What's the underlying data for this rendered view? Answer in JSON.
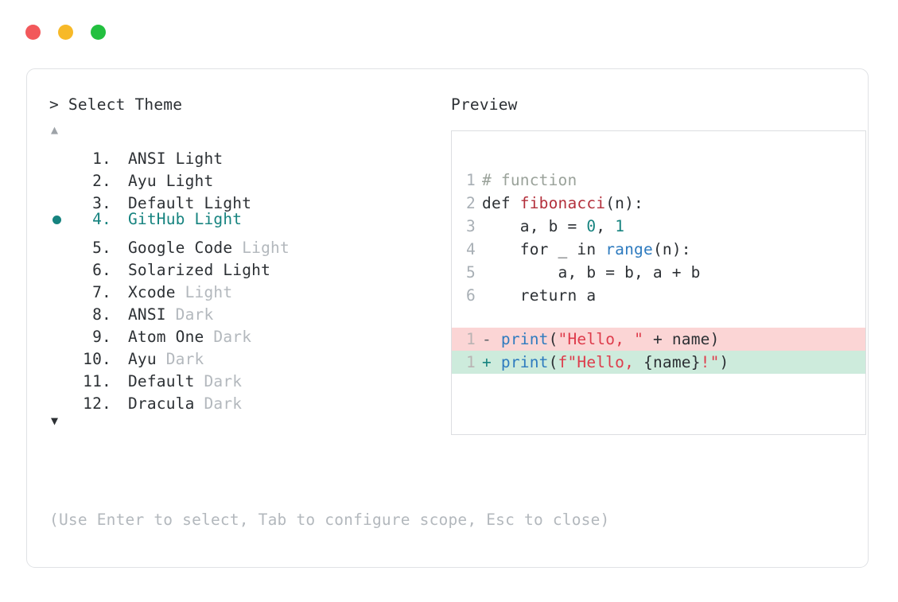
{
  "window": {
    "traffic_lights": [
      {
        "name": "close",
        "color": "#f2585b"
      },
      {
        "name": "minimize",
        "color": "#f7b928"
      },
      {
        "name": "maximize",
        "color": "#22c03f"
      }
    ]
  },
  "picker": {
    "prompt": "> Select Theme",
    "scroll_up_glyph": "▲",
    "scroll_down_glyph": "▼",
    "selected_index": 4,
    "selected_bullet": "●",
    "accent_color": "#16837f",
    "items": [
      {
        "index": "1.",
        "name": "ANSI",
        "variant": "Light",
        "variant_muted": false,
        "selected": false
      },
      {
        "index": "2.",
        "name": "Ayu",
        "variant": "Light",
        "variant_muted": false,
        "selected": false
      },
      {
        "index": "3.",
        "name": "Default",
        "variant": "Light",
        "variant_muted": false,
        "selected": false
      },
      {
        "index": "4.",
        "name": "GitHub",
        "variant": "Light",
        "variant_muted": false,
        "selected": true
      },
      {
        "index": "5.",
        "name": "Google Code",
        "variant": "Light",
        "variant_muted": true,
        "selected": false
      },
      {
        "index": "6.",
        "name": "Solarized",
        "variant": "Light",
        "variant_muted": false,
        "selected": false
      },
      {
        "index": "7.",
        "name": "Xcode",
        "variant": "Light",
        "variant_muted": true,
        "selected": false
      },
      {
        "index": "8.",
        "name": "ANSI",
        "variant": "Dark",
        "variant_muted": true,
        "selected": false
      },
      {
        "index": "9.",
        "name": "Atom One",
        "variant": "Dark",
        "variant_muted": true,
        "selected": false
      },
      {
        "index": "10.",
        "name": "Ayu",
        "variant": "Dark",
        "variant_muted": true,
        "selected": false
      },
      {
        "index": "11.",
        "name": "Default",
        "variant": "Dark",
        "variant_muted": true,
        "selected": false
      },
      {
        "index": "12.",
        "name": "Dracula",
        "variant": "Dark",
        "variant_muted": true,
        "selected": false
      }
    ]
  },
  "preview": {
    "title": "Preview",
    "code_lines": [
      {
        "no": "1",
        "tokens": [
          {
            "t": "# function",
            "c": "comment"
          }
        ]
      },
      {
        "no": "2",
        "tokens": [
          {
            "t": "def ",
            "c": "kw"
          },
          {
            "t": "fibonacci",
            "c": "fn"
          },
          {
            "t": "(n):",
            "c": "plain"
          }
        ]
      },
      {
        "no": "3",
        "tokens": [
          {
            "t": "    a, b = ",
            "c": "plain"
          },
          {
            "t": "0",
            "c": "num"
          },
          {
            "t": ", ",
            "c": "plain"
          },
          {
            "t": "1",
            "c": "num"
          }
        ]
      },
      {
        "no": "4",
        "tokens": [
          {
            "t": "    for _ in ",
            "c": "plain"
          },
          {
            "t": "range",
            "c": "builtin"
          },
          {
            "t": "(n):",
            "c": "plain"
          }
        ]
      },
      {
        "no": "5",
        "tokens": [
          {
            "t": "        a, b = b, a + b",
            "c": "plain"
          }
        ]
      },
      {
        "no": "6",
        "tokens": [
          {
            "t": "    return a",
            "c": "plain"
          }
        ]
      }
    ],
    "diff_lines": [
      {
        "no": "1",
        "kind": "minus",
        "sign": "- ",
        "tokens": [
          {
            "t": "print",
            "c": "builtin"
          },
          {
            "t": "(",
            "c": "plain"
          },
          {
            "t": "\"Hello, \"",
            "c": "str"
          },
          {
            "t": " + name)",
            "c": "plain"
          }
        ]
      },
      {
        "no": "1",
        "kind": "plus",
        "sign": "+ ",
        "tokens": [
          {
            "t": "print",
            "c": "builtin"
          },
          {
            "t": "(",
            "c": "plain"
          },
          {
            "t": "f\"Hello, ",
            "c": "str"
          },
          {
            "t": "{name}",
            "c": "plain"
          },
          {
            "t": "!\"",
            "c": "str"
          },
          {
            "t": ")",
            "c": "plain"
          }
        ]
      }
    ],
    "diff_minus_bg": "#fbd5d5",
    "diff_plus_bg": "#cdebdc"
  },
  "footer": {
    "hint": "(Use Enter to select, Tab to configure scope, Esc to close)"
  }
}
